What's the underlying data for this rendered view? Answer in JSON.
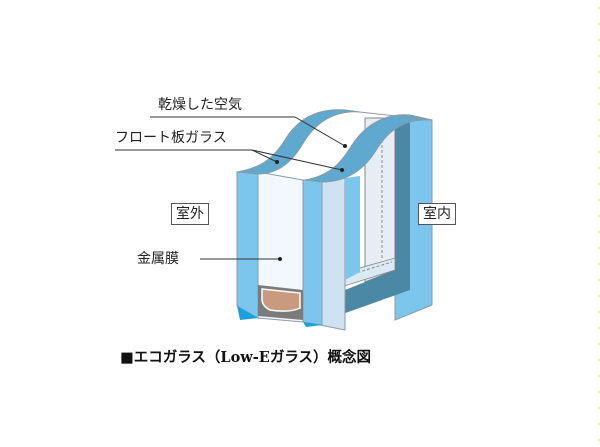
{
  "diagram": {
    "title": "■エコガラス（Low-Eガラス）概念図",
    "labels": {
      "dry_air": "乾燥した空気",
      "float_glass": "フロート板ガラス",
      "metal_film": "金属膜",
      "outdoor": "室外",
      "indoor": "室内"
    },
    "colors": {
      "glass_blue": "#7cc6ee",
      "glass_dark": "#4a88a6",
      "air_gap": "#eef6fc",
      "spacer_gray": "#7b7b7b",
      "desiccant": "#c89a7e",
      "leader_line": "#333333"
    }
  }
}
